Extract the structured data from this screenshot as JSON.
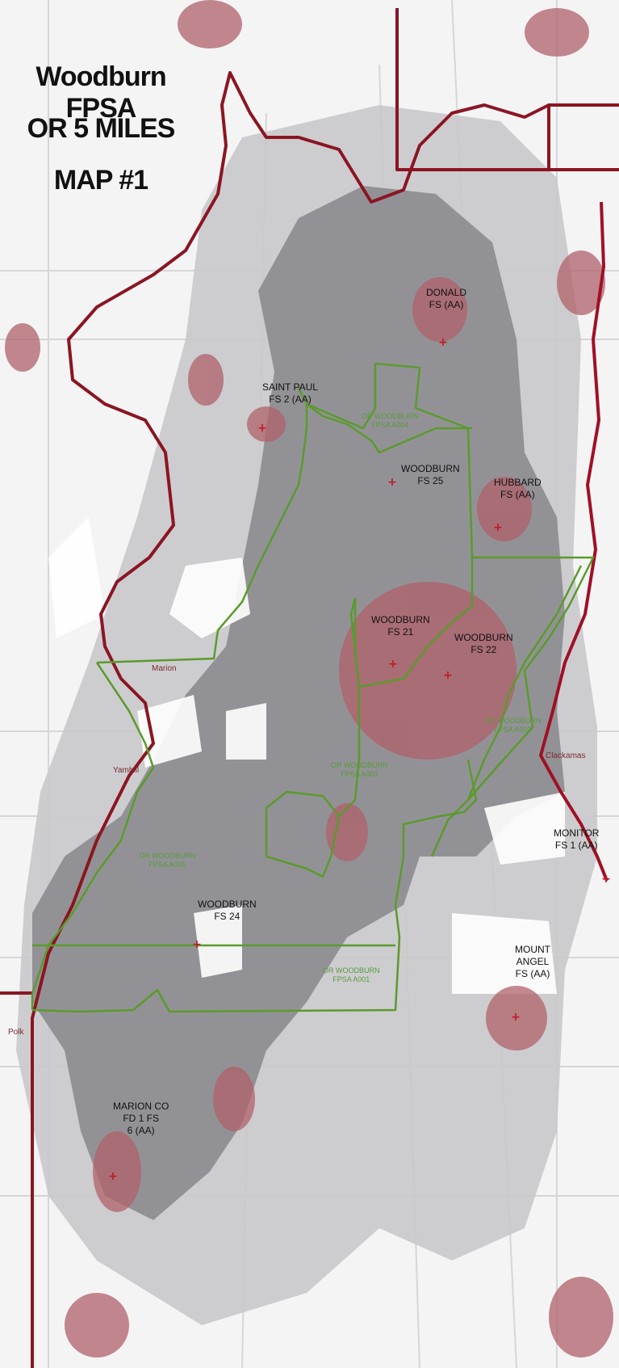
{
  "map": {
    "title_lines": [
      "Woodburn FPSA",
      "OR 5 MILES",
      "MAP #1"
    ],
    "colors": {
      "background": "#f4f4f5",
      "coverage_dark": "#8e8e92",
      "coverage_light": "#c9c9cc",
      "station_halo": "#b0606a",
      "fpsa_boundary": "#5b9a2c",
      "county_line": "#8b1522",
      "marker": "#c0182a"
    },
    "stations": [
      {
        "id": "donald",
        "lines": [
          "DONALD",
          "FS (AA)"
        ]
      },
      {
        "id": "saint-paul",
        "lines": [
          "SAINT PAUL",
          "FS 2 (AA)"
        ]
      },
      {
        "id": "woodburn-fs25",
        "lines": [
          "WOODBURN",
          "FS 25"
        ]
      },
      {
        "id": "hubbard",
        "lines": [
          "HUBBARD",
          "FS (AA)"
        ]
      },
      {
        "id": "woodburn-fs21",
        "lines": [
          "WOODBURN",
          "FS 21"
        ]
      },
      {
        "id": "woodburn-fs22",
        "lines": [
          "WOODBURN",
          "FS 22"
        ]
      },
      {
        "id": "monitor",
        "lines": [
          "MONITOR",
          "FS 1 (AA)"
        ]
      },
      {
        "id": "woodburn-fs24",
        "lines": [
          "WOODBURN",
          "FS 24"
        ]
      },
      {
        "id": "mount-angel",
        "lines": [
          "MOUNT",
          "ANGEL",
          "FS (AA)"
        ]
      },
      {
        "id": "marion-co",
        "lines": [
          "MARION CO",
          "FD 1 FS",
          "6 (AA)"
        ]
      }
    ],
    "fpsa_labels": [
      {
        "id": "a004",
        "lines": [
          "OR WOODBURN",
          "FPSA A004"
        ]
      },
      {
        "id": "a003",
        "lines": [
          "OR WOODBURN",
          "FPSA A003"
        ]
      },
      {
        "id": "a002",
        "lines": [
          "OR WOODBURN",
          "FPSA A002"
        ]
      },
      {
        "id": "a005",
        "lines": [
          "OR WOODBURN",
          "FPSA A005"
        ]
      },
      {
        "id": "a001",
        "lines": [
          "OR WOODBURN",
          "FPSA A001"
        ]
      }
    ],
    "county_labels": {
      "marion": "Marion",
      "yamhill": "Yamhill",
      "clackamas": "Clackamas",
      "polk": "Polk"
    }
  }
}
